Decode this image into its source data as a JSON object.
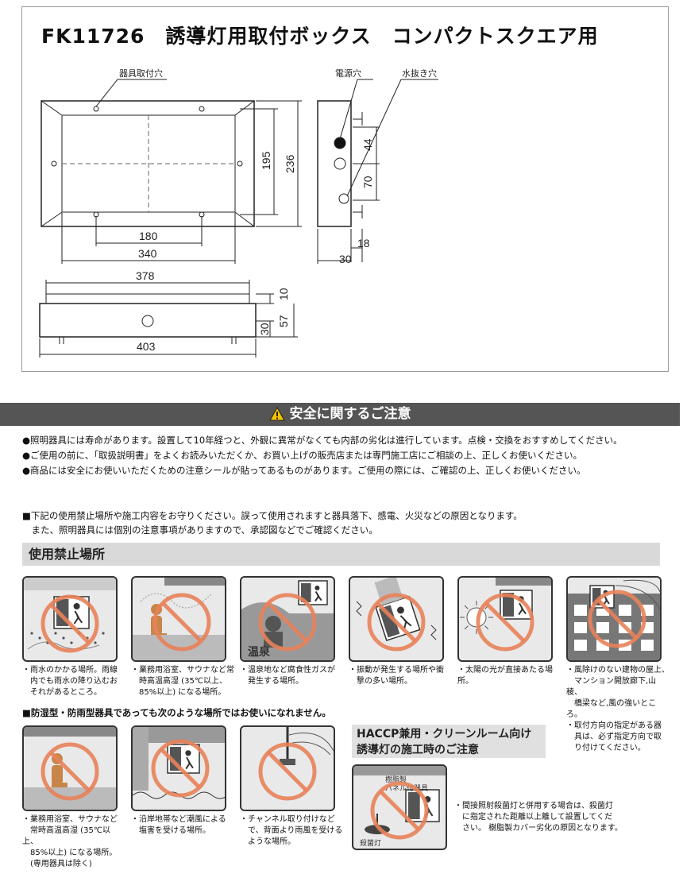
{
  "title": "FK11726　誘導灯用取付ボックス　コンパクトスクエア用",
  "drawing": {
    "label_mount_holes": "器具取付穴",
    "label_power_hole": "電源穴",
    "label_drain_hole": "水抜き穴",
    "dims": {
      "d180": "180",
      "d340": "340",
      "d195": "195",
      "d236": "236",
      "d44": "44",
      "d70": "70",
      "d18": "18",
      "d30a": "30",
      "d378": "378",
      "d10": "10",
      "d57": "57",
      "d30b": "30",
      "d403": "403"
    }
  },
  "safety": {
    "header": "安全に関するご注意",
    "bullets": [
      "●照明器具には寿命があります。設置して10年経つと、外観に異常がなくても内部の劣化は進行しています。点検・交換をおすすめしてください。",
      "●ご使用の前に、「取扱説明書」をよくお読みいただくか、お買い上げの販売店または専門施工店にご相談の上、正しくお使いください。",
      "●商品には安全にお使いいただくための注意シールが貼ってあるものがあります。ご使用の際には、ご確認の上、正しくお使いください。"
    ],
    "notice_line1": "■下記の使用禁止場所や施工内容をお守りください。誤って使用されますと器具落下、感電、火災などの原因となります。",
    "notice_line2": "　また、照明器具には個別の注意事項がありますので、承認図などでご確認ください。",
    "prohibited_heading": "使用禁止場所",
    "captions_row1": [
      [
        "・雨水のかかる場所。雨線",
        "　内でも雨水の降り込むお",
        "　それがあるところ。"
      ],
      [
        "・業務用浴室、サウナなど常",
        "　時高温高湿 (35℃以上、",
        "　85%以上) になる場所。"
      ],
      [
        "・温泉地など腐食性ガスが",
        "　発生する場所。"
      ],
      [
        "・振動が発生する場所や衝",
        "　撃の多い場所。"
      ],
      [
        "・太陽の光が直接あたる場所。"
      ],
      [
        "・風除けのない建物の屋上、",
        "　マンション開放廊下,山稜、",
        "　橋梁など,風の強いところ。",
        "・取付方向の指定がある器",
        "　具は、必ず指定方向で取",
        "　り付けてください。"
      ]
    ],
    "onsen_label": "温泉",
    "waterproof_note": "■防湿型・防雨型器具であっても次のような場所ではお使いになれません。",
    "captions_row2": [
      [
        "・業務用浴室、サウナなど",
        "　常時高温高湿 (35℃以上、",
        "　85%以上) になる場所。",
        "　(専用器具は除く)"
      ],
      [
        "・沿岸地帯など潮風による",
        "　塩害を受ける場所。"
      ],
      [
        "・チャンネル取り付けなど",
        "　で、背面より雨風を受ける",
        "　ような場所。"
      ]
    ],
    "haccp_heading_line1": "HACCP兼用・クリーンルーム向け",
    "haccp_heading_line2": "誘導灯の施工時のご注意",
    "haccp_label1": "樹脂製",
    "haccp_label2": "パネル付器具",
    "haccp_label3": "殺菌灯",
    "haccp_caption": [
      "・間接照射殺菌灯と併用する場合は、殺菌灯",
      "　に指定された距離以上離して設置してくだ",
      "　さい。 樹脂製カバー劣化の原因となります。"
    ]
  },
  "colors": {
    "prohibit": "#e8825a",
    "header_bg": "#555555",
    "subhead_bg": "#d9d9d9"
  }
}
